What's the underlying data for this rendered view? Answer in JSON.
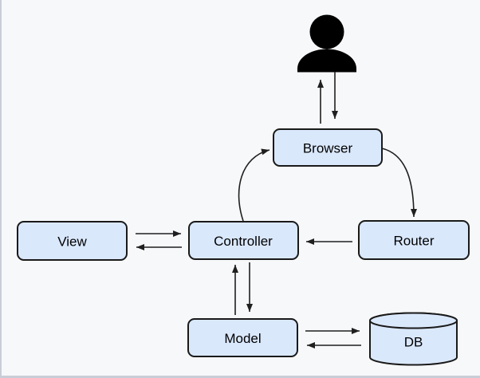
{
  "frame": {
    "background": "#f7f8fa",
    "border_color": "#c9cdd8"
  },
  "diagram": {
    "type": "flowchart",
    "description": "MVC web architecture diagram",
    "actor": {
      "name": "user-figure",
      "color": "#000000"
    },
    "nodes": {
      "browser": {
        "label": "Browser",
        "shape": "rounded-rect"
      },
      "router": {
        "label": "Router",
        "shape": "rounded-rect"
      },
      "controller": {
        "label": "Controller",
        "shape": "rounded-rect"
      },
      "view": {
        "label": "View",
        "shape": "rounded-rect"
      },
      "model": {
        "label": "Model",
        "shape": "rounded-rect"
      },
      "db": {
        "label": "DB",
        "shape": "cylinder"
      }
    },
    "edges": [
      {
        "from": "browser",
        "to": "user",
        "style": "straight-vertical"
      },
      {
        "from": "user",
        "to": "browser",
        "style": "straight-vertical"
      },
      {
        "from": "controller",
        "to": "browser",
        "style": "curved"
      },
      {
        "from": "browser",
        "to": "router",
        "style": "curved"
      },
      {
        "from": "router",
        "to": "controller",
        "style": "straight-horizontal"
      },
      {
        "from": "view",
        "to": "controller",
        "style": "straight-horizontal"
      },
      {
        "from": "controller",
        "to": "view",
        "style": "straight-horizontal"
      },
      {
        "from": "model",
        "to": "controller",
        "style": "straight-vertical"
      },
      {
        "from": "controller",
        "to": "model",
        "style": "straight-vertical"
      },
      {
        "from": "model",
        "to": "db",
        "style": "straight-horizontal"
      },
      {
        "from": "db",
        "to": "model",
        "style": "straight-horizontal"
      }
    ],
    "colors": {
      "node_fill": "#dae8fc",
      "node_stroke": "#1a1a1a",
      "arrow": "#1f1f1f"
    }
  }
}
